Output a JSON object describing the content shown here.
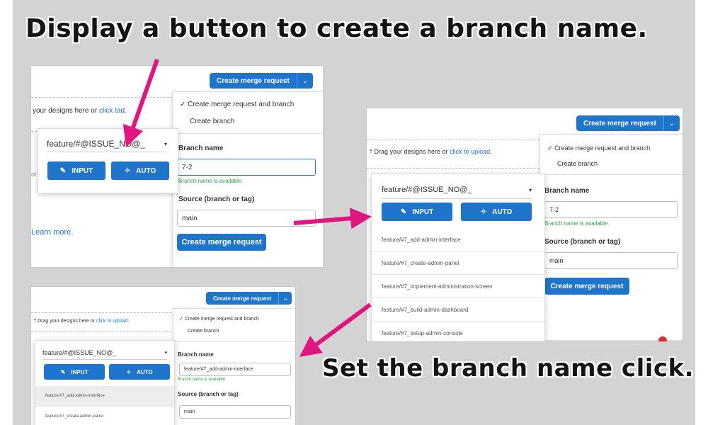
{
  "captions": {
    "top": "Display a button to create a branch name.",
    "bottom": "Set the branch name click."
  },
  "colors": {
    "accent": "#1f75cb",
    "arrow": "#e0157f",
    "success": "#2f9e44",
    "background": "#d3d3d3"
  },
  "panel1": {
    "split_button": "Create merge request",
    "upload_text": "your designs here or ",
    "upload_link": "click t",
    "upload_link_tail": "ad.",
    "dropdown_items": [
      "Create merge request and branch",
      "Create branch"
    ],
    "check_mark": "✓",
    "branch_label": "Branch name",
    "branch_value": "7-2",
    "available": "Branch name is available",
    "source_label": "Source (branch or tag)",
    "source_value": "main",
    "submit": "Create merge request",
    "learn_more": "Learn more.",
    "popup_template": "feature/#@ISSUE_NO@_",
    "input_label": "INPUT",
    "auto_label": "AUTO",
    "side_fragment": "ol"
  },
  "panel2": {
    "split_button": "Create merge request",
    "upload_text": "Drag your designs here or ",
    "upload_link": "click to upload",
    "upload_tail": ".",
    "dropdown_items": [
      "Create merge request and branch",
      "Create branch"
    ],
    "check_mark": "✓",
    "branch_label": "Branch name",
    "branch_value": "7-2",
    "available": "Branch name is available",
    "source_label": "Source (branch or tag)",
    "source_value": "main",
    "submit": "Create merge request",
    "popup_template": "feature/#@ISSUE_NO@_",
    "input_label": "INPUT",
    "auto_label": "AUTO",
    "suggestions": [
      "feature/#7_add-admin-interface",
      "feature/#7_create-admin-panel",
      "feature/#7_implement-administration-screen",
      "feature/#7_build-admin-dashboard",
      "feature/#7_setup-admin-console"
    ]
  },
  "panel3": {
    "split_button": "Create merge request",
    "upload_text": "Drag your designs here or ",
    "upload_link": "click to upload",
    "upload_tail": ".",
    "dropdown_items": [
      "Create merge request and branch",
      "Create branch"
    ],
    "check_mark": "✓",
    "branch_label": "Branch name",
    "branch_value": "feature/#7_add-admin-interface",
    "available": "Branch name is available",
    "source_label": "Source (branch or tag)",
    "source_value": "main",
    "popup_template": "feature/#@ISSUE_NO@_",
    "input_label": "INPUT",
    "auto_label": "AUTO",
    "suggestions": [
      "feature/#7_add-admin-interface",
      "feature/#7_create-admin-panel"
    ]
  }
}
